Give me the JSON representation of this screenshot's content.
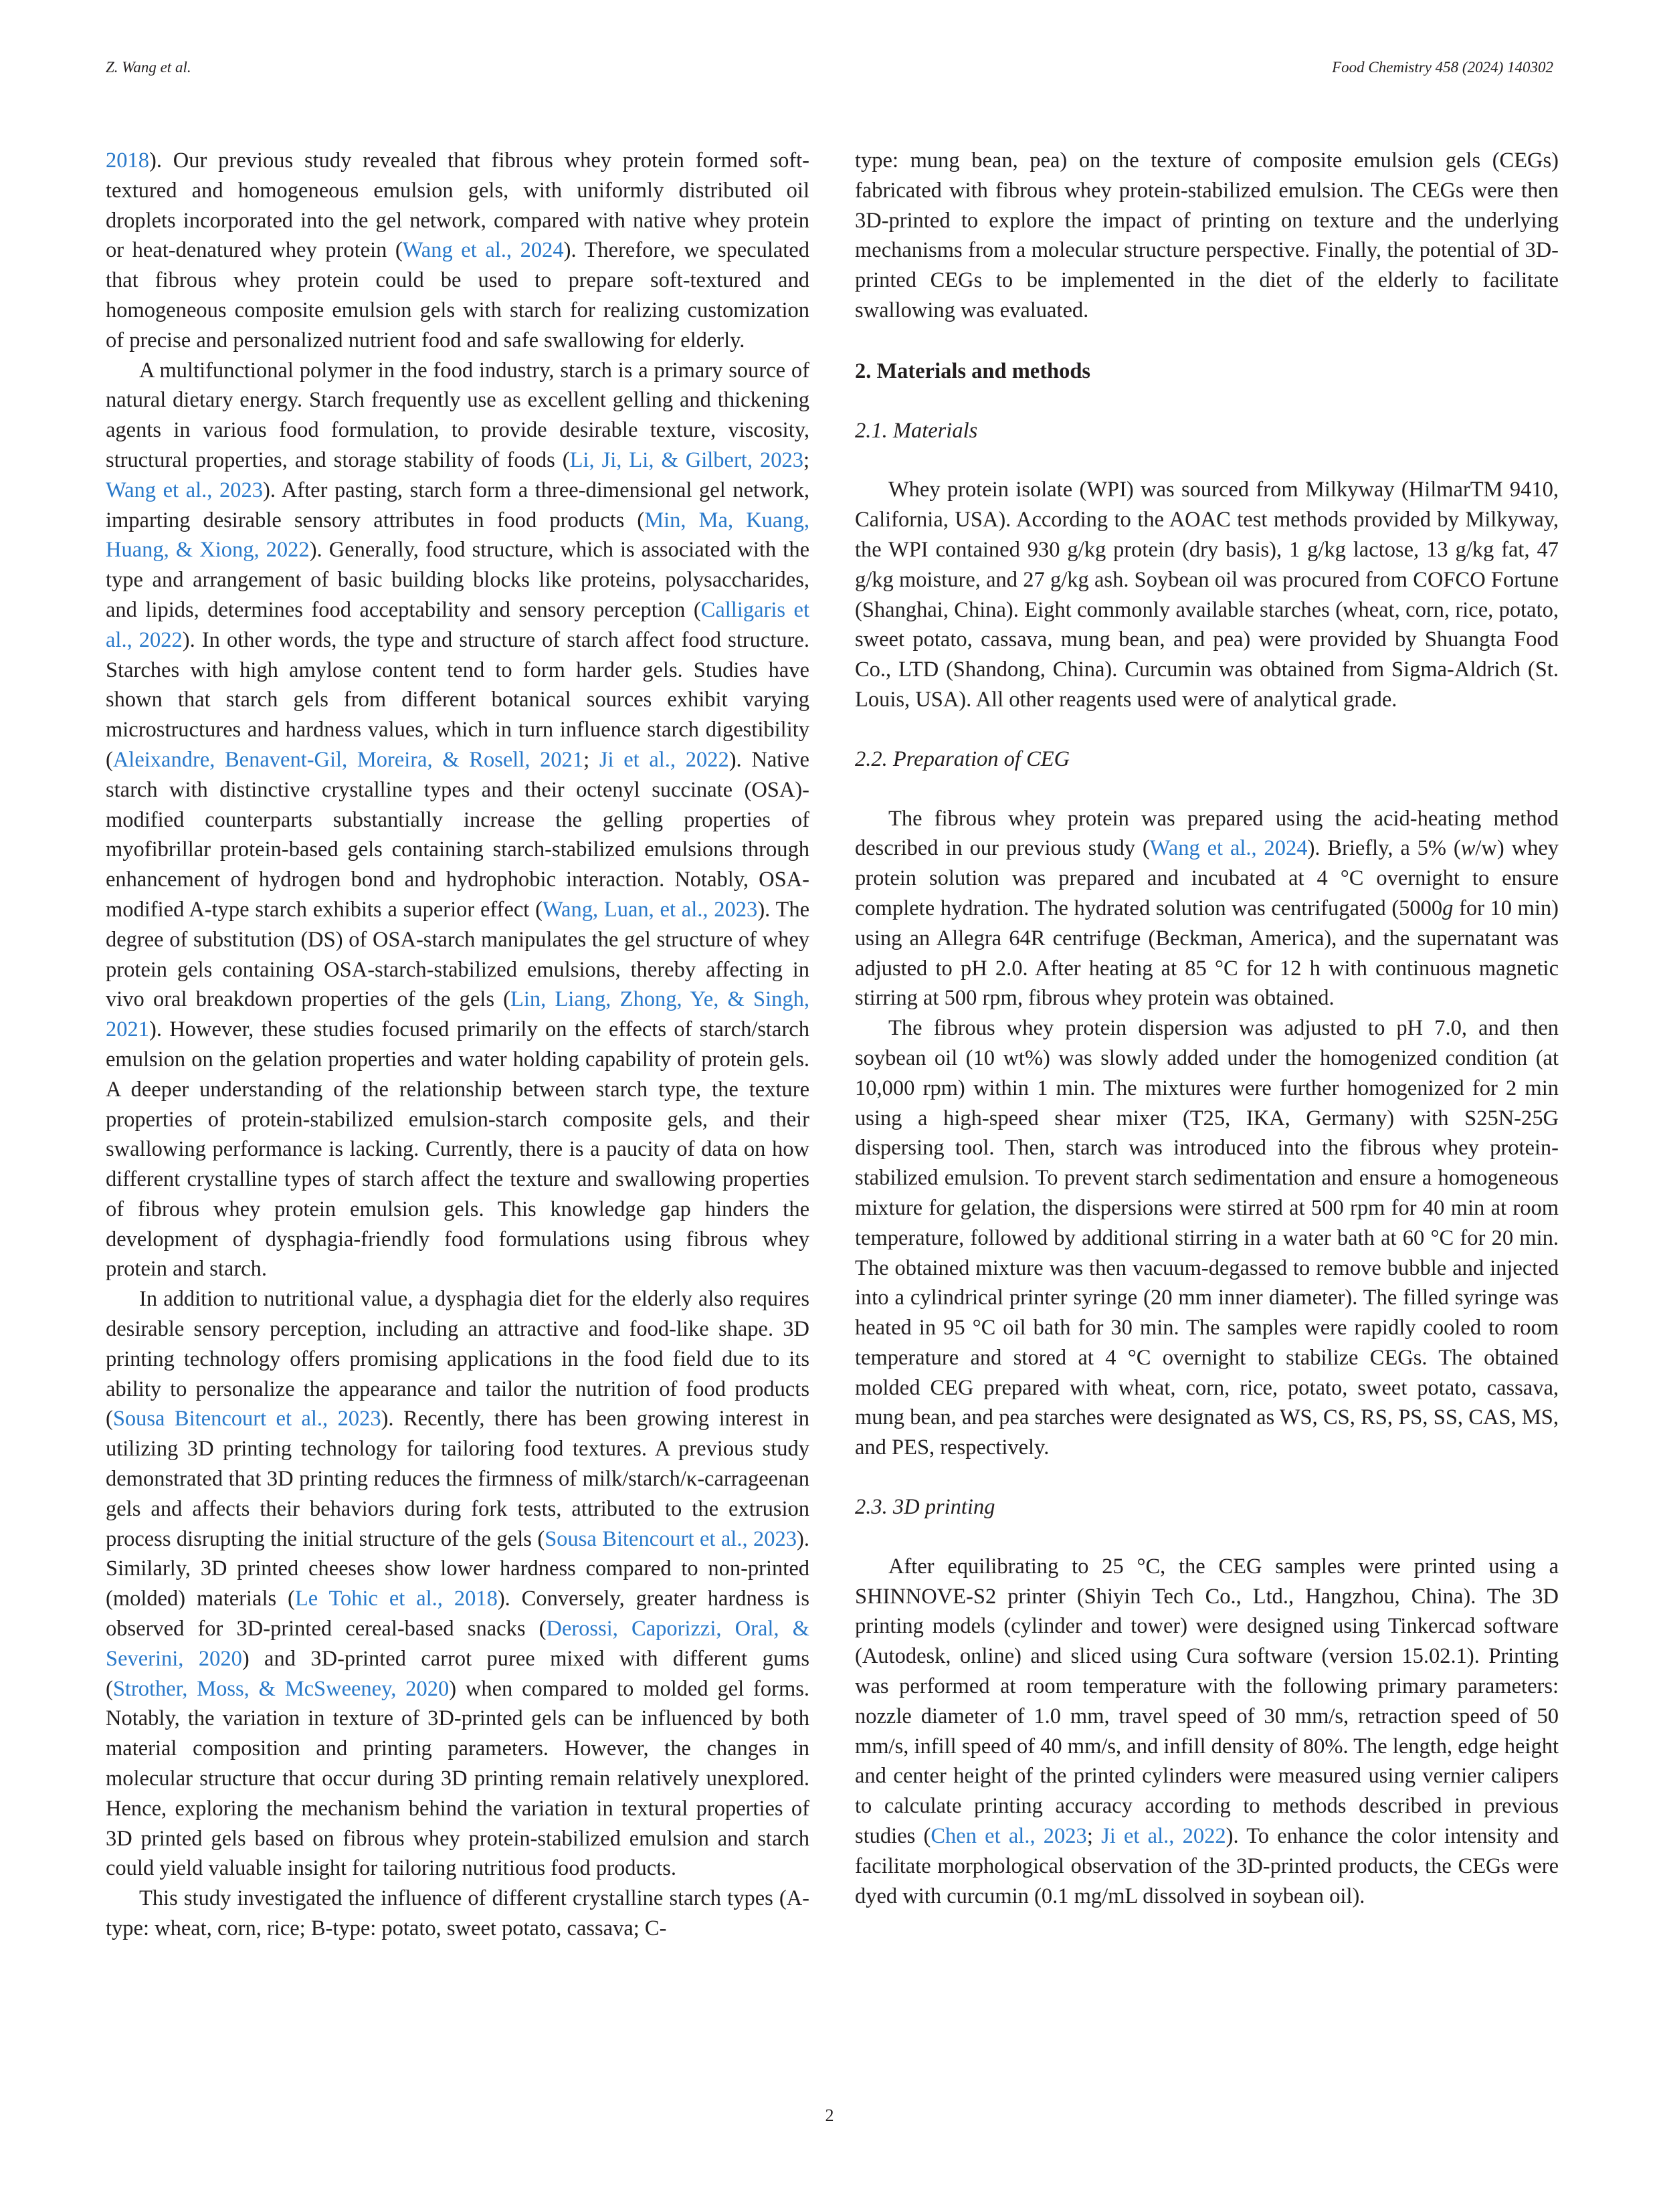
{
  "header": {
    "author": "Z. Wang et al.",
    "journal": "Food Chemistry 458 (2024) 140302"
  },
  "left": {
    "p1": [
      {
        "t": "2018",
        "r": true
      },
      {
        "t": "). Our previous study revealed that fibrous whey protein formed soft-textured and homogeneous emulsion gels, with uniformly distributed oil droplets incorporated into the gel network, compared with native whey protein or heat-denatured whey protein ("
      },
      {
        "t": "Wang et al., 2024",
        "r": true
      },
      {
        "t": "). Therefore, we speculated that fibrous whey protein could be used to prepare soft-textured and homogeneous composite emulsion gels with starch for realizing customization of precise and personalized nutrient food and safe swallowing for elderly."
      }
    ],
    "p2": [
      {
        "t": "A multifunctional polymer in the food industry, starch is a primary source of natural dietary energy. Starch frequently use as excellent gelling and thickening agents in various food formulation, to provide desirable texture, viscosity, structural properties, and storage stability of foods ("
      },
      {
        "t": "Li, Ji, Li, & Gilbert, 2023",
        "r": true
      },
      {
        "t": "; "
      },
      {
        "t": "Wang et al., 2023",
        "r": true
      },
      {
        "t": "). After pasting, starch form a three-dimensional gel network, imparting desirable sensory attributes in food products ("
      },
      {
        "t": "Min, Ma, Kuang, Huang, & Xiong, 2022",
        "r": true
      },
      {
        "t": "). Generally, food structure, which is associated with the type and arrangement of basic building blocks like proteins, polysaccharides, and lipids, determines food acceptability and sensory perception ("
      },
      {
        "t": "Calligaris et al., 2022",
        "r": true
      },
      {
        "t": "). In other words, the type and structure of starch affect food structure. Starches with high amylose content tend to form harder gels. Studies have shown that starch gels from different botanical sources exhibit varying microstructures and hardness values, which in turn influence starch digestibility ("
      },
      {
        "t": "Aleixandre, Benavent-Gil, Moreira, & Rosell, 2021",
        "r": true
      },
      {
        "t": "; "
      },
      {
        "t": "Ji et al., 2022",
        "r": true
      },
      {
        "t": "). Native starch with distinctive crystalline types and their octenyl succinate (OSA)-modified counterparts substantially increase the gelling properties of myofibrillar protein-based gels containing starch-stabilized emulsions through enhancement of hydrogen bond and hydrophobic interaction. Notably, OSA-modified A-type starch exhibits a superior effect ("
      },
      {
        "t": "Wang, Luan, et al., 2023",
        "r": true
      },
      {
        "t": "). The degree of substitution (DS) of OSA-starch manipulates the gel structure of whey protein gels containing OSA-starch-stabilized emulsions, thereby affecting in vivo oral breakdown properties of the gels ("
      },
      {
        "t": "Lin, Liang, Zhong, Ye, & Singh, 2021",
        "r": true
      },
      {
        "t": "). However, these studies focused primarily on the effects of starch/starch emulsion on the gelation properties and water holding capability of protein gels. A deeper understanding of the relationship between starch type, the texture properties of protein-stabilized emulsion-starch composite gels, and their swallowing performance is lacking. Currently, there is a paucity of data on how different crystalline types of starch affect the texture and swallowing properties of fibrous whey protein emulsion gels. This knowledge gap hinders the development of dysphagia-friendly food formulations using fibrous whey protein and starch."
      }
    ],
    "p3": [
      {
        "t": "In addition to nutritional value, a dysphagia diet for the elderly also requires desirable sensory perception, including an attractive and food-like shape. 3D printing technology offers promising applications in the food field due to its ability to personalize the appearance and tailor the nutrition of food products ("
      },
      {
        "t": "Sousa Bitencourt et al., 2023",
        "r": true
      },
      {
        "t": "). Recently, there has been growing interest in utilizing 3D printing technology for tailoring food textures. A previous study demonstrated that 3D printing reduces the firmness of milk/starch/κ-carrageenan gels and affects their behaviors during fork tests, attributed to the extrusion process disrupting the initial structure of the gels ("
      },
      {
        "t": "Sousa Bitencourt et al., 2023",
        "r": true
      },
      {
        "t": "). Similarly, 3D printed cheeses show lower hardness compared to non-printed (molded) materials ("
      },
      {
        "t": "Le Tohic et al., 2018",
        "r": true
      },
      {
        "t": "). Conversely, greater hardness is observed for 3D-printed cereal-based snacks ("
      },
      {
        "t": "Derossi, Caporizzi, Oral, & Severini, 2020",
        "r": true
      },
      {
        "t": ") and 3D-printed carrot puree mixed with different gums ("
      },
      {
        "t": "Strother, Moss, & McSweeney, 2020",
        "r": true
      },
      {
        "t": ") when compared to molded gel forms. Notably, the variation in texture of 3D-printed gels can be influenced by both material composition and printing parameters. However, the changes in molecular structure that occur during 3D printing remain relatively unexplored. Hence, exploring the mechanism behind the variation in textural properties of 3D printed gels based on fibrous whey protein-stabilized emulsion and starch could yield valuable insight for tailoring nutritious food products."
      }
    ],
    "p4": [
      {
        "t": "This study investigated the influence of different crystalline starch types (A-type: wheat, corn, rice; B-type: potato, sweet potato, cassava; C-"
      }
    ]
  },
  "right": {
    "p1": [
      {
        "t": "type: mung bean, pea) on the texture of composite emulsion gels (CEGs) fabricated with fibrous whey protein-stabilized emulsion. The CEGs were then 3D-printed to explore the impact of printing on texture and the underlying mechanisms from a molecular structure perspective. Finally, the potential of 3D-printed CEGs to be implemented in the diet of the elderly to facilitate swallowing was evaluated."
      }
    ],
    "sec2": "2.  Materials and methods",
    "sub21": "2.1.  Materials",
    "p21": [
      {
        "t": "Whey protein isolate (WPI) was sourced from Milkyway (HilmarTM 9410, California, USA). According to the AOAC test methods provided by Milkyway, the WPI contained 930 g/kg protein (dry basis), 1 g/kg lactose, 13 g/kg fat, 47 g/kg moisture, and 27 g/kg ash. Soybean oil was procured from COFCO Fortune (Shanghai, China). Eight commonly available starches (wheat, corn, rice, potato, sweet potato, cassava, mung bean, and pea) were provided by Shuangta Food Co., LTD (Shandong, China). Curcumin was obtained from Sigma-Aldrich (St. Louis, USA). All other reagents used were of analytical grade."
      }
    ],
    "sub22": "2.2.  Preparation of CEG",
    "p22a": [
      {
        "t": "The fibrous whey protein was prepared using the acid-heating method described in our previous study ("
      },
      {
        "t": "Wang et al., 2024",
        "r": true
      },
      {
        "t": "). Briefly, a 5% ("
      },
      {
        "t": "w",
        "i": true
      },
      {
        "t": "/w) whey protein solution was prepared and incubated at 4 °C overnight to ensure complete hydration. The hydrated solution was centrifugated (5000"
      },
      {
        "t": "g",
        "i": true
      },
      {
        "t": " for 10 min) using an Allegra 64R centrifuge (Beckman, America), and the supernatant was adjusted to pH 2.0. After heating at 85 °C for 12 h with continuous magnetic stirring at 500 rpm, fibrous whey protein was obtained."
      }
    ],
    "p22b": [
      {
        "t": "The fibrous whey protein dispersion was adjusted to pH 7.0, and then soybean oil (10 wt%) was slowly added under the homogenized condition (at 10,000 rpm) within 1 min. The mixtures were further homogenized for 2 min using a high-speed shear mixer (T25, IKA, Germany) with S25N-25G dispersing tool. Then, starch was introduced into the fibrous whey protein-stabilized emulsion. To prevent starch sedimentation and ensure a homogeneous mixture for gelation, the dispersions were stirred at 500 rpm for 40 min at room temperature, followed by additional stirring in a water bath at 60 °C for 20 min. The obtained mixture was then vacuum-degassed to remove bubble and injected into a cylindrical printer syringe (20 mm inner diameter). The filled syringe was heated in 95 °C oil bath for 30 min. The samples were rapidly cooled to room temperature and stored at 4 °C overnight to stabilize CEGs. The obtained molded CEG prepared with wheat, corn, rice, potato, sweet potato, cassava, mung bean, and pea starches were designated as WS, CS, RS, PS, SS, CAS, MS, and PES, respectively."
      }
    ],
    "sub23": "2.3.  3D printing",
    "p23": [
      {
        "t": "After equilibrating to 25 °C, the CEG samples were printed using a SHINNOVE-S2 printer (Shiyin Tech Co., Ltd., Hangzhou, China). The 3D printing models (cylinder and tower) were designed using Tinkercad software (Autodesk, online) and sliced using Cura software (version 15.02.1). Printing was performed at room temperature with the following primary parameters: nozzle diameter of 1.0 mm, travel speed of 30 mm/s, retraction speed of 50 mm/s, infill speed of 40 mm/s, and infill density of 80%. The length, edge height and center height of the printed cylinders were measured using vernier calipers to calculate printing accuracy according to methods described in previous studies ("
      },
      {
        "t": "Chen et al., 2023",
        "r": true
      },
      {
        "t": "; "
      },
      {
        "t": "Ji et al., 2022",
        "r": true
      },
      {
        "t": "). To enhance the color intensity and facilitate morphological observation of the 3D-printed products, the CEGs were dyed with curcumin (0.1 mg/mL dissolved in soybean oil)."
      }
    ]
  },
  "footer": {
    "page_number": "2"
  },
  "colors": {
    "text": "#231f20",
    "link": "#2a79c9"
  }
}
